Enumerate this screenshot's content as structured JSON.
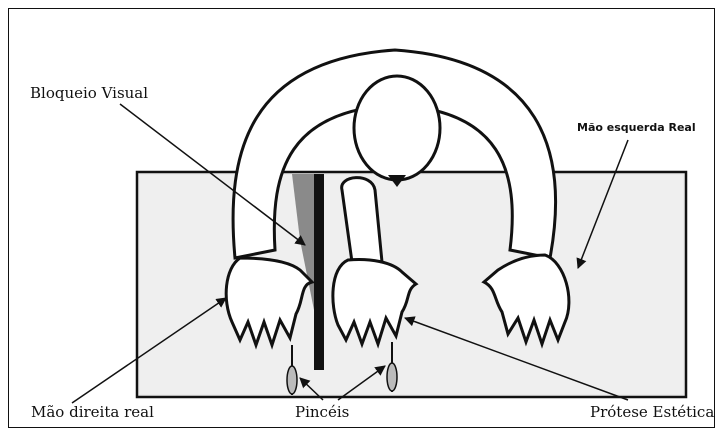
{
  "labels": {
    "visual_block": "Bloqueio Visual",
    "left_hand_real": "Mão esquerda Real",
    "right_hand_real": "Mão direita real",
    "brushes": "Pincéis",
    "prosthesis": "Prótese Estética"
  }
}
